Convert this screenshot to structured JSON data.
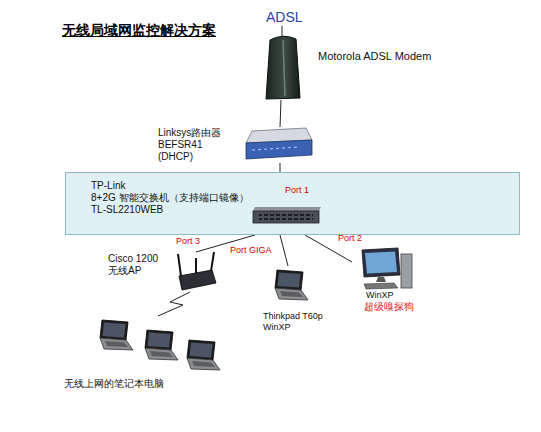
{
  "diagram": {
    "title": "无线局域网监控解决方案",
    "nodes": [
      {
        "text": [
          "ADSL"
        ]
      },
      {
        "text": [
          "Motorola ADSL Modem"
        ]
      },
      {
        "text": [
          "Linksys路由器 BEFSR41 (DHCP)"
        ]
      },
      {
        "text": [
          "TP-Link 8+2G 智能交换机（支持端口镜像） TL-SL2210WEB"
        ]
      },
      {
        "text": [
          "Cisco 1200 无线AP"
        ]
      },
      {
        "text": [
          "Thinkpad T60p WinXP"
        ]
      },
      {
        "text": [
          "WinXP",
          "超级嗅探狗"
        ]
      },
      {
        "text": [
          "无线上网的笔记本电脑"
        ]
      }
    ],
    "edges": [
      {
        "from": 0,
        "to": 1,
        "arrow": "none"
      },
      {
        "from": 1,
        "to": 2,
        "arrow": "none"
      },
      {
        "from": 2,
        "to": 3,
        "label": "Port 1",
        "arrow": "none"
      },
      {
        "from": 3,
        "to": 4,
        "label": "Port 3",
        "arrow": "none"
      },
      {
        "from": 3,
        "to": 5,
        "label": "Port GIGA",
        "arrow": "none"
      },
      {
        "from": 3,
        "to": 6,
        "label": "Port 2",
        "arrow": "none"
      },
      {
        "from": 4,
        "to": 7,
        "arrow": "none"
      }
    ]
  }
}
